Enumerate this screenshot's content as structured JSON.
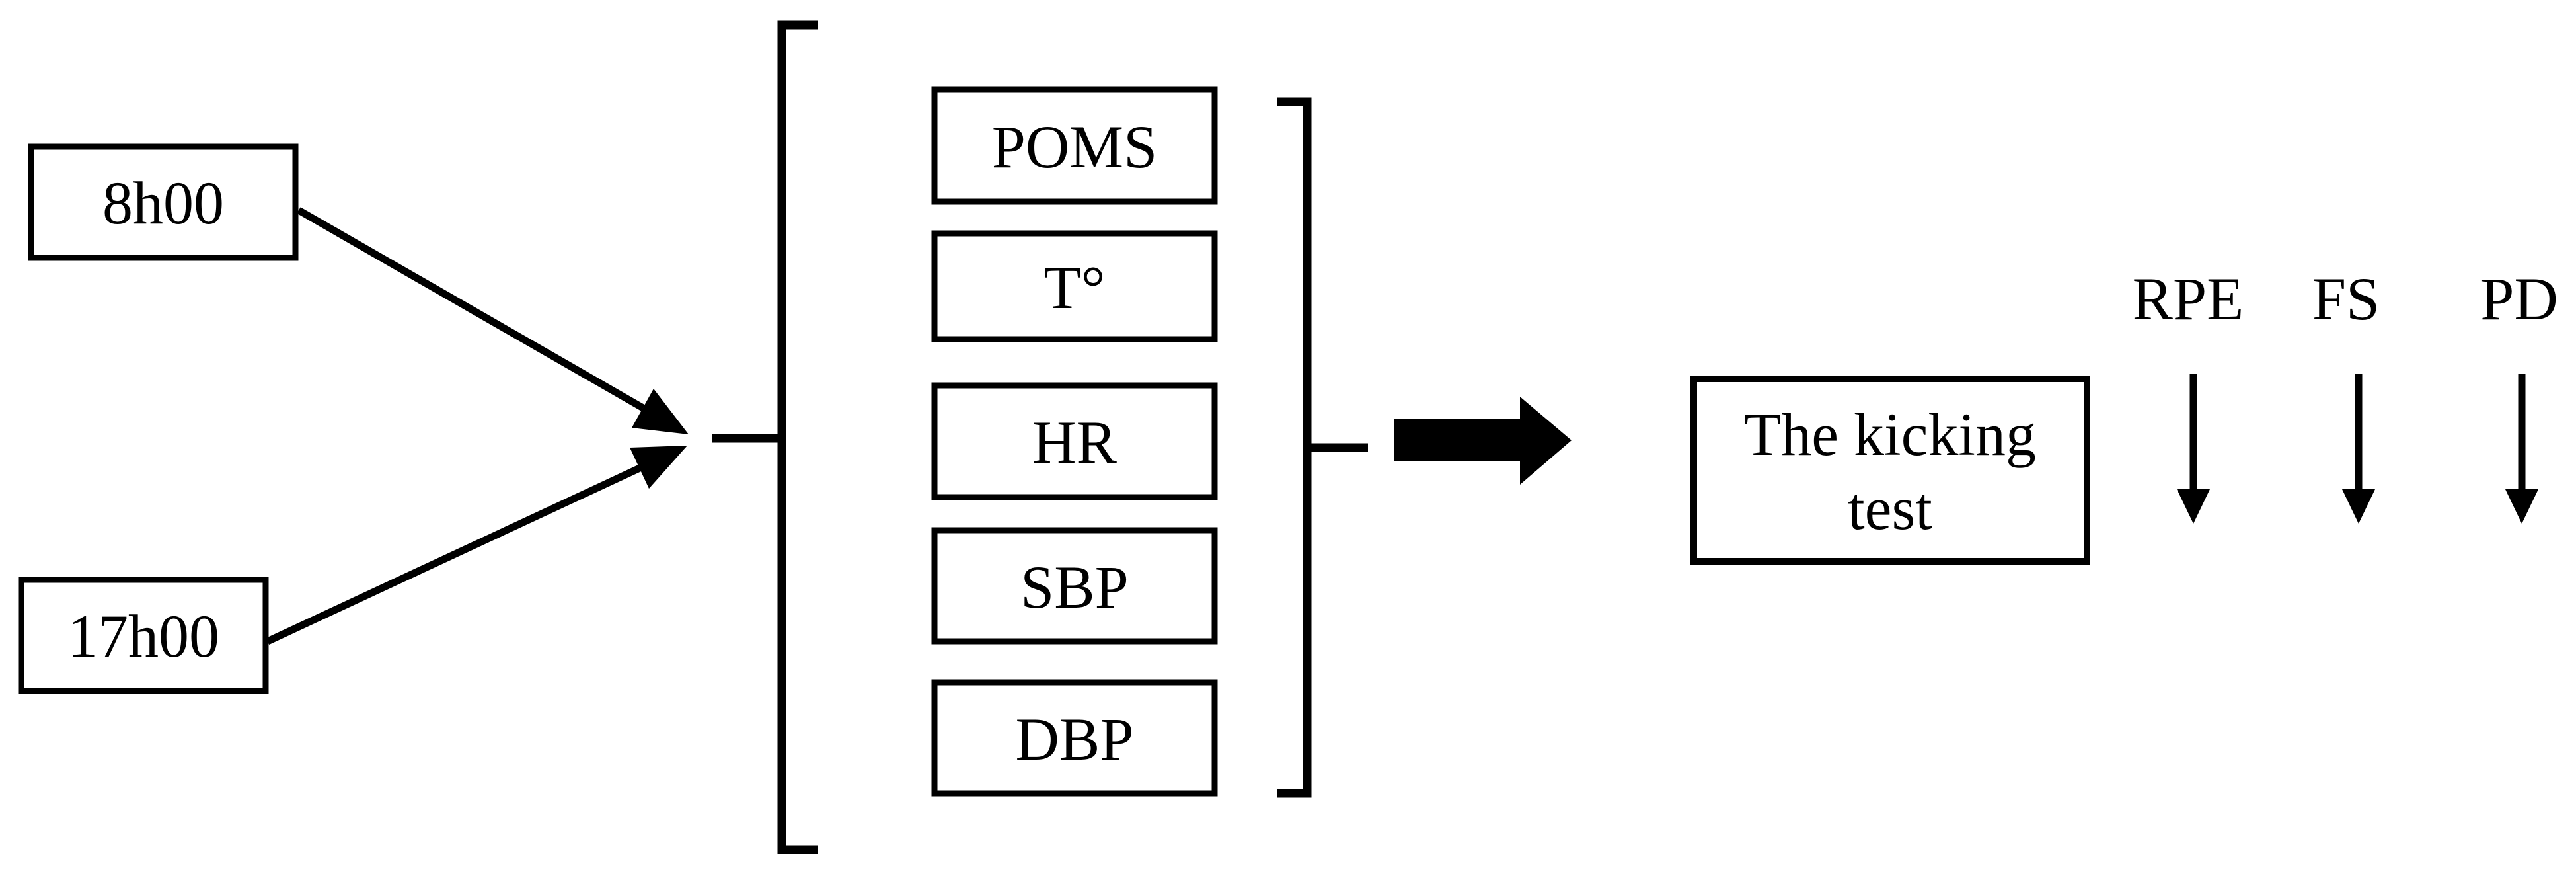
{
  "diagram": {
    "colors": {
      "ink": "#000000",
      "background": "#ffffff",
      "box_fill": "#ffffff"
    },
    "time_boxes": [
      {
        "label": "8h00"
      },
      {
        "label": "17h00"
      }
    ],
    "measure_boxes": [
      {
        "label": "POMS"
      },
      {
        "label": "T°"
      },
      {
        "label": "HR"
      },
      {
        "label": "SBP"
      },
      {
        "label": "DBP"
      }
    ],
    "test_box": {
      "line1": "The kicking",
      "line2": "test"
    },
    "outcomes": [
      {
        "label": "RPE"
      },
      {
        "label": "FS"
      },
      {
        "label": "PD"
      }
    ]
  }
}
